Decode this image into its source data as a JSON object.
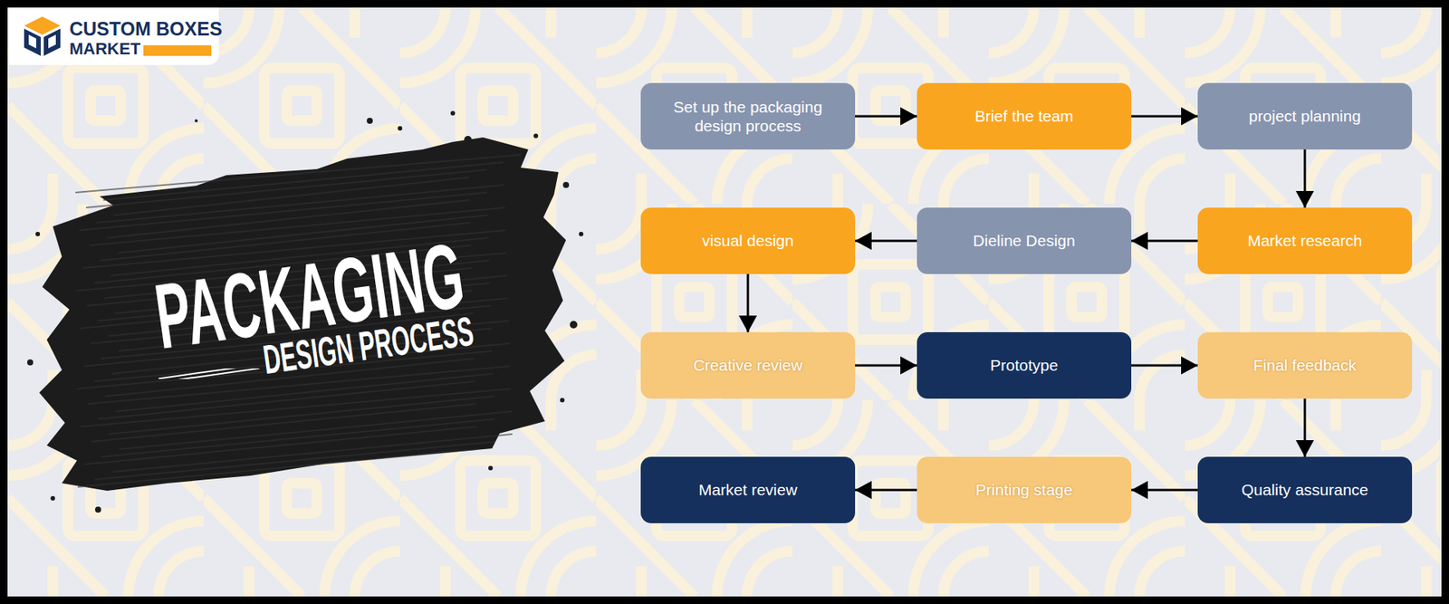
{
  "diagram": {
    "title": "PACKAGING",
    "nodes": [
      {
        "text": [
          "Set up the packaging design process"
        ]
      },
      {
        "text": [
          "Brief the team"
        ]
      },
      {
        "text": [
          "project planning"
        ]
      },
      {
        "text": [
          "Market research"
        ]
      },
      {
        "text": [
          "Dieline Design"
        ]
      },
      {
        "text": [
          "visual design"
        ]
      },
      {
        "text": [
          "Creative review"
        ]
      },
      {
        "text": [
          "Prototype"
        ]
      },
      {
        "text": [
          "Final feedback"
        ]
      },
      {
        "text": [
          "Quality assurance"
        ]
      },
      {
        "text": [
          "Printing stage"
        ]
      },
      {
        "text": [
          "Market review"
        ]
      }
    ],
    "edges": [
      {
        "from": 0,
        "to": 1,
        "arrow": "to"
      },
      {
        "from": 1,
        "to": 2,
        "arrow": "to"
      },
      {
        "from": 2,
        "to": 3,
        "arrow": "to"
      },
      {
        "from": 3,
        "to": 4,
        "arrow": "to"
      },
      {
        "from": 4,
        "to": 5,
        "arrow": "to"
      },
      {
        "from": 5,
        "to": 6,
        "arrow": "to"
      },
      {
        "from": 6,
        "to": 7,
        "arrow": "to"
      },
      {
        "from": 7,
        "to": 8,
        "arrow": "to"
      },
      {
        "from": 8,
        "to": 9,
        "arrow": "to"
      },
      {
        "from": 9,
        "to": 10,
        "arrow": "to"
      },
      {
        "from": 10,
        "to": 11,
        "arrow": "to"
      }
    ],
    "labels": [
      "CUSTOM BOXES",
      "MARKET",
      "DESIGN PROCESS"
    ]
  }
}
